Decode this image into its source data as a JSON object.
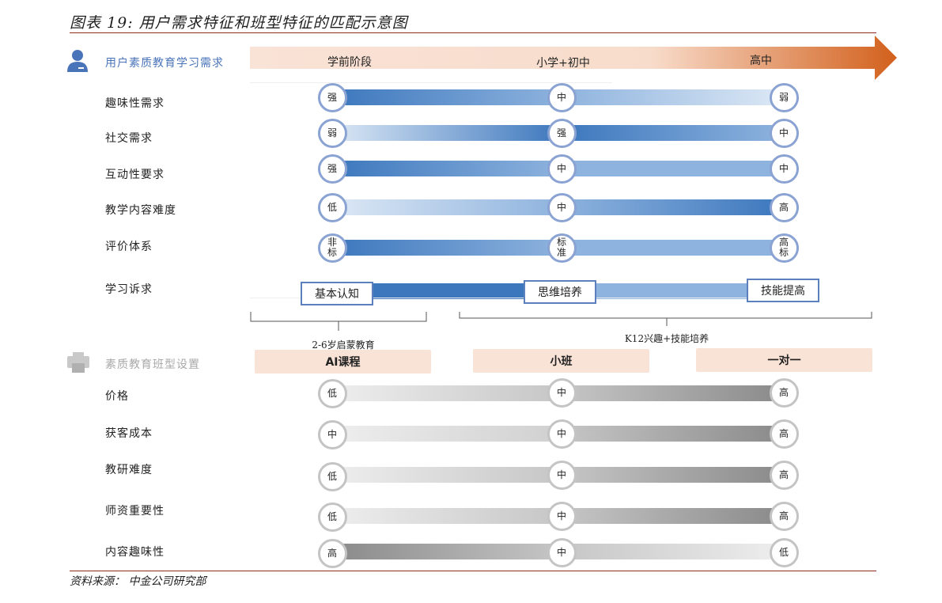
{
  "title": "图表 19:  用户需求特征和班型特征的匹配示意图",
  "source": "资料来源：  中金公司研究部",
  "colors": {
    "blue_dark": "#3c77bd",
    "blue_light": "#dce8f5",
    "gray_dark": "#8a8a8a",
    "gray_light": "#eeeeee",
    "accent_orange": "#d2601c",
    "peach": "#f9e2d6",
    "title_rule": "#8b2c1e"
  },
  "section1": {
    "label": "用户素质教育学习需求",
    "icon": "person-icon",
    "stages": [
      "学前阶段",
      "小学+初中",
      "高中"
    ],
    "rows": [
      {
        "label": "趣味性需求",
        "values": [
          "强",
          "中",
          "弱"
        ]
      },
      {
        "label": "社交需求",
        "values": [
          "弱",
          "强",
          "中"
        ]
      },
      {
        "label": "互动性要求",
        "values": [
          "强",
          "中",
          "中"
        ]
      },
      {
        "label": "教学内容难度",
        "values": [
          "低",
          "中",
          "高"
        ]
      },
      {
        "label": "评价体系",
        "values": [
          "非标",
          "标准",
          "高标"
        ]
      }
    ],
    "learning": {
      "label": "学习诉求",
      "values": [
        "基本认知",
        "思维培养",
        "技能提高"
      ]
    },
    "brace_left": "2-6岁启蒙教育",
    "brace_right": "K12兴趣+技能培养"
  },
  "section2": {
    "label": "素质教育班型设置",
    "icon": "class-icon",
    "classes": [
      "AI课程",
      "小班",
      "一对一"
    ],
    "rows": [
      {
        "label": "价格",
        "values": [
          "低",
          "中",
          "高"
        ]
      },
      {
        "label": "获客成本",
        "values": [
          "中",
          "中",
          "高"
        ]
      },
      {
        "label": "教研难度",
        "values": [
          "低",
          "中",
          "高"
        ]
      },
      {
        "label": "师资重要性",
        "values": [
          "低",
          "中",
          "高"
        ]
      },
      {
        "label": "内容趣味性",
        "values": [
          "高",
          "中",
          "低"
        ]
      }
    ]
  }
}
